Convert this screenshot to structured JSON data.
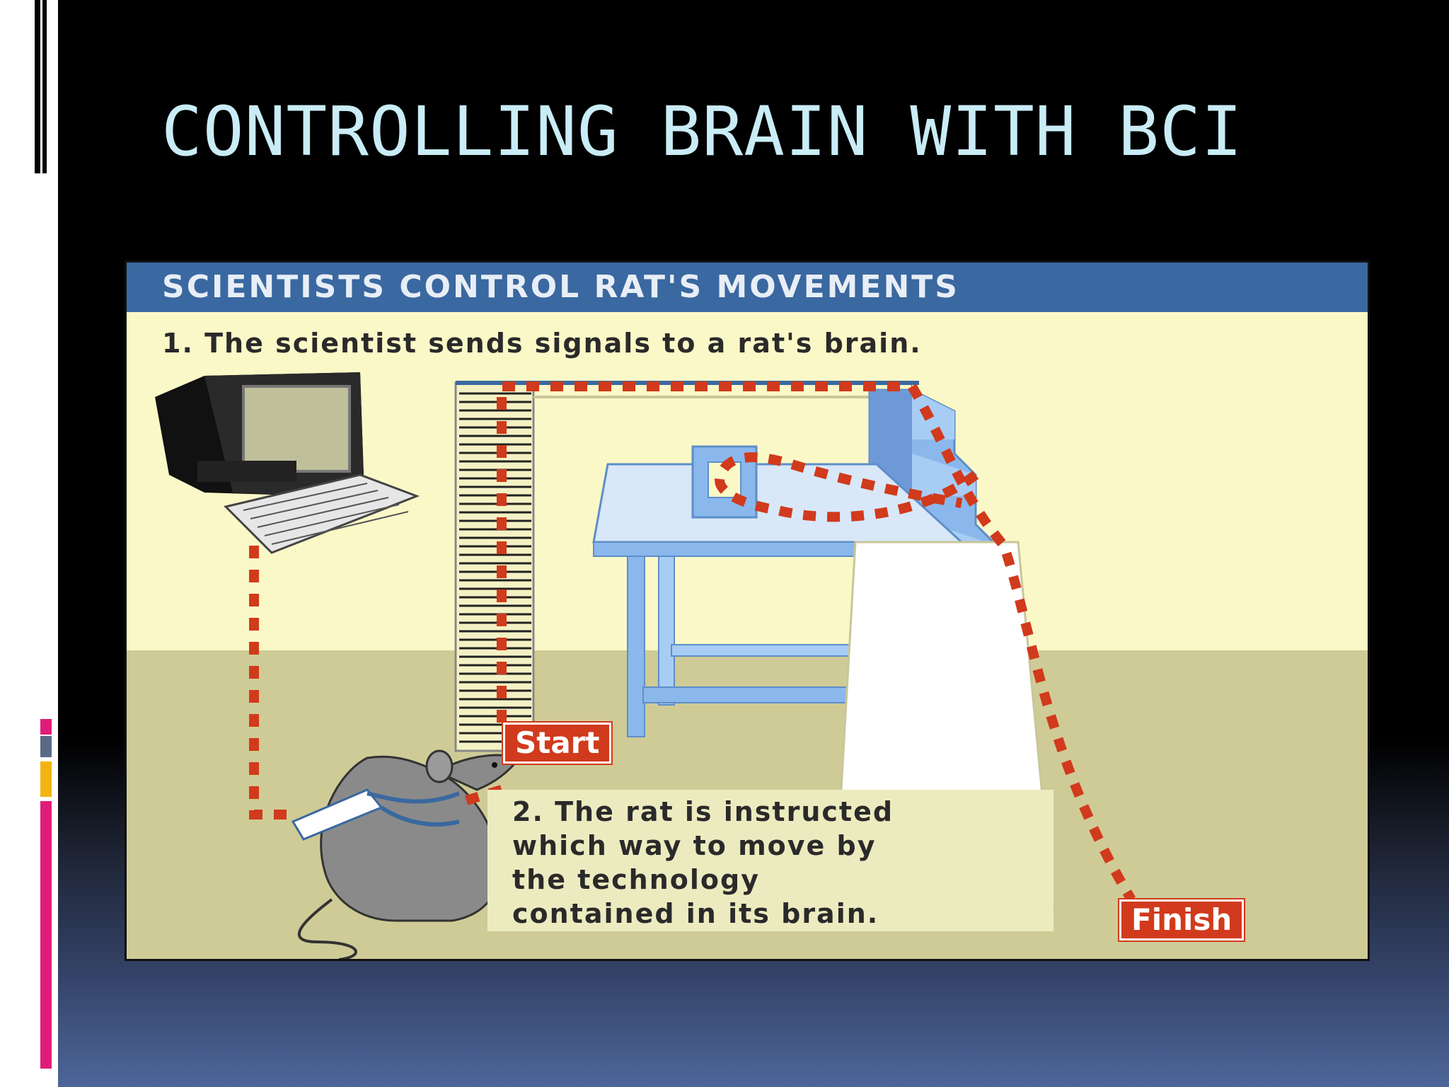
{
  "slide": {
    "title": "CONTROLLING BRAIN WITH BCI"
  },
  "panel": {
    "header": "SCIENTISTS CONTROL RAT'S MOVEMENTS",
    "step1": "1. The scientist sends signals to a rat's brain.",
    "step2_lines": [
      "2. The rat is instructed",
      "which way to move by",
      "the technology",
      "contained in its brain."
    ],
    "start_label": "Start",
    "finish_label": "Finish"
  },
  "colors": {
    "title": "#c9ecf6",
    "header_bg": "#3a68a0",
    "panel_bg": "#fbf8c8",
    "floor": "#cfcb96",
    "path": "#d13a1c",
    "furniture": "#8bb8ec"
  },
  "icons": [
    "computer-monitor-icon",
    "keyboard-icon",
    "rat-icon",
    "ladder-icon",
    "table-icon",
    "staircase-icon",
    "ramp-icon"
  ]
}
